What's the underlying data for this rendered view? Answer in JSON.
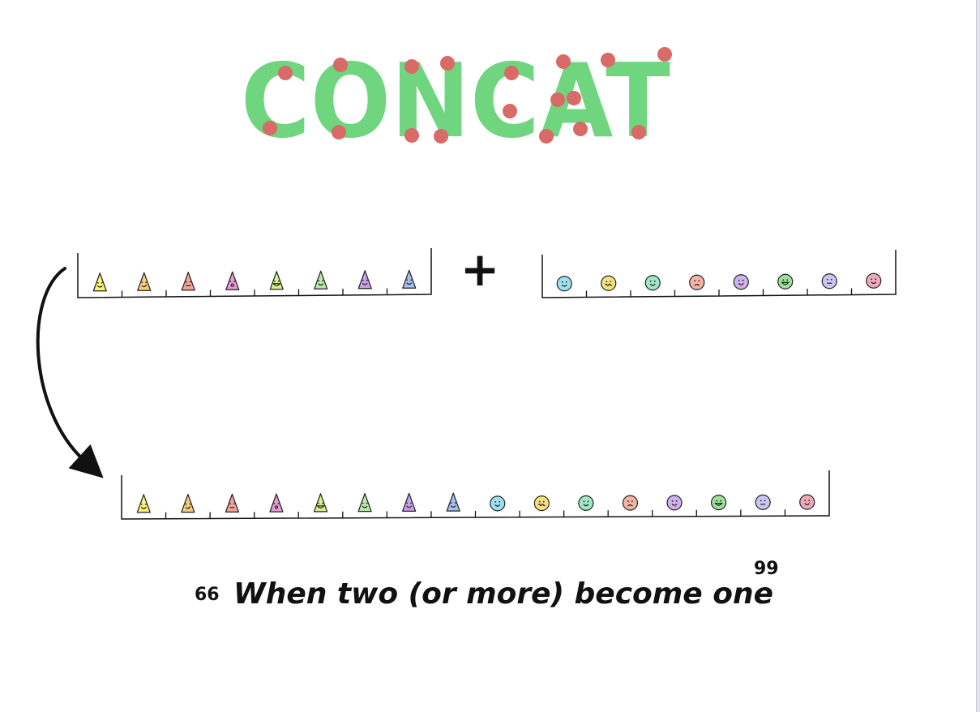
{
  "title": "CONCAT",
  "operator": "+",
  "caption": "When two (or more) become one",
  "caption_open_quote": "66",
  "caption_close_quote": "99",
  "colors": {
    "title_fill": "#6fd57e",
    "title_dots": "#d86a67",
    "ink": "#111111",
    "divider": "#c9cad4"
  },
  "array_a": {
    "item_shape": "triangle",
    "items": [
      {
        "fill": "#f8f27a",
        "face": "smile"
      },
      {
        "fill": "#f6cc7f",
        "face": "wink"
      },
      {
        "fill": "#f2a496",
        "face": "neutral"
      },
      {
        "fill": "#e99ad4",
        "face": "surprised"
      },
      {
        "fill": "#d8f38c",
        "face": "grin"
      },
      {
        "fill": "#b7e9a8",
        "face": "smile"
      },
      {
        "fill": "#c6a2ee",
        "face": "tongue"
      },
      {
        "fill": "#a5c0ee",
        "face": "smile"
      }
    ]
  },
  "array_b": {
    "item_shape": "circle",
    "items": [
      {
        "fill": "#9fe0f0",
        "face": "smile"
      },
      {
        "fill": "#f6e17c",
        "face": "squiggle"
      },
      {
        "fill": "#9fe6c4",
        "face": "smile"
      },
      {
        "fill": "#f5b3a4",
        "face": "frown"
      },
      {
        "fill": "#ccb2ee",
        "face": "tongue"
      },
      {
        "fill": "#9ee09b",
        "face": "grin"
      },
      {
        "fill": "#c9c6f3",
        "face": "neutral"
      },
      {
        "fill": "#eeaabb",
        "face": "smile"
      }
    ]
  }
}
